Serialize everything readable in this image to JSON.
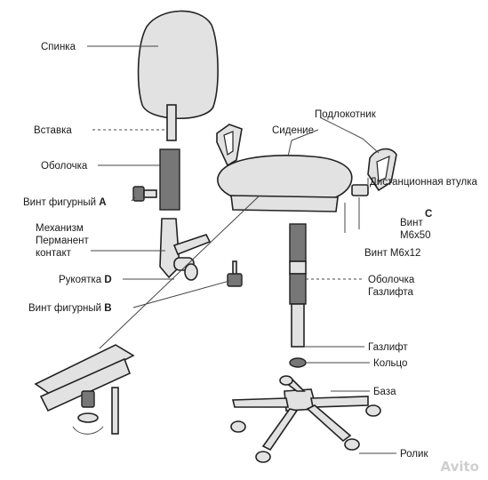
{
  "labels": {
    "spinka": "Спинка",
    "vstavka": "Вставка",
    "obolochka": "Оболочка",
    "vint_figurnyi_a": "Винт фигурный",
    "letter_a": "A",
    "mekhanizm": "Механизм Перманент контакт",
    "rukoyatka": "Рукоятка",
    "letter_d": "D",
    "vint_figurnyi_b": "Винт фигурный",
    "letter_b": "B",
    "podlokotnik": "Подлокотник",
    "sidenie": "Сидение",
    "distancionnaya": "Дистанционная втулка",
    "letter_c": "C",
    "vint_m6x50": "Винт М6х50",
    "vint_m6x12": "Винт М6х12",
    "obolochka_gazlifta": "Оболочка Газлифта",
    "gazlift": "Газлифт",
    "kolco": "Кольцо",
    "baza": "База",
    "rolik": "Ролик"
  },
  "watermark": "Avito"
}
